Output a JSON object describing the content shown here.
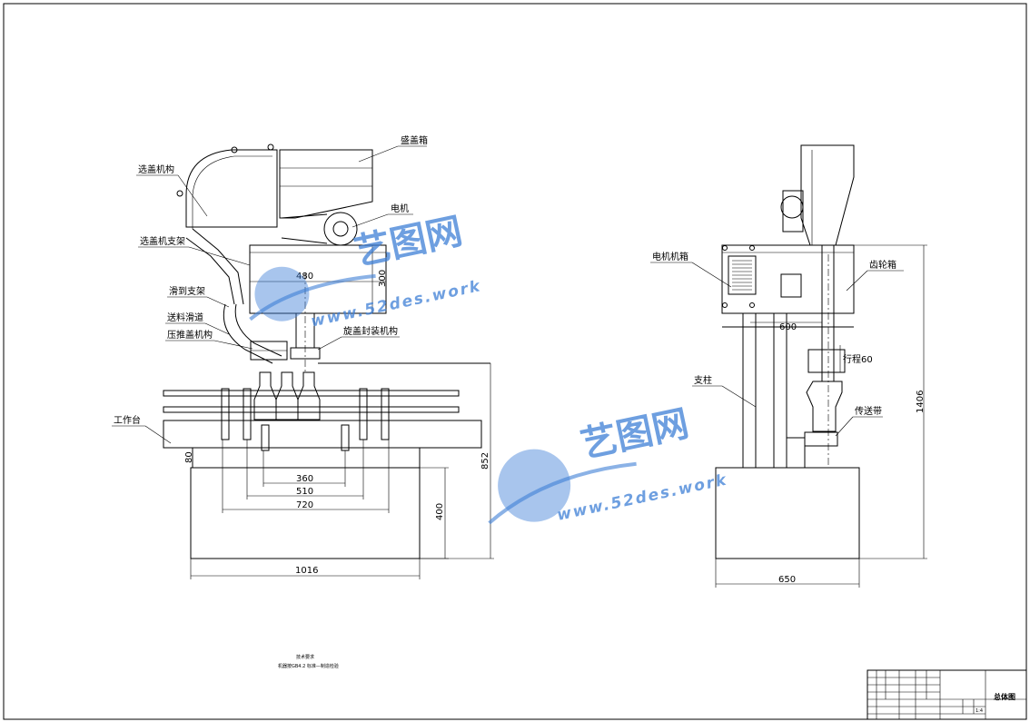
{
  "front_labels": {
    "cap_box": "盛盖箱",
    "cap_selector": "选盖机构",
    "motor": "电机",
    "selector_bracket": "选盖机支架",
    "slide_bracket": "滑到支架",
    "feed_chute": "送料滑道",
    "cap_press": "压推盖机构",
    "screw_cap": "旋盖封装机构",
    "workbench": "工作台"
  },
  "side_labels": {
    "motor_box": "电机机箱",
    "gear_box": "齿轮箱",
    "stroke": "行程60",
    "column": "支柱",
    "conveyor": "传送带"
  },
  "dimensions": {
    "d480": "480",
    "d300": "300",
    "d80": "80",
    "d360": "360",
    "d510": "510",
    "d720": "720",
    "d1016": "1016",
    "d400": "400",
    "d852": "852",
    "d600": "600",
    "d1406": "1406",
    "d650": "650"
  },
  "notes": {
    "line1": "技术要求",
    "line2": "机器按GB4.2 标准—制造检验"
  },
  "title_block": {
    "title": "总体图",
    "scale": "1:4"
  },
  "watermark": {
    "cn": "艺图网",
    "en": "www.52des.work",
    "color": "#3d7fd6"
  }
}
